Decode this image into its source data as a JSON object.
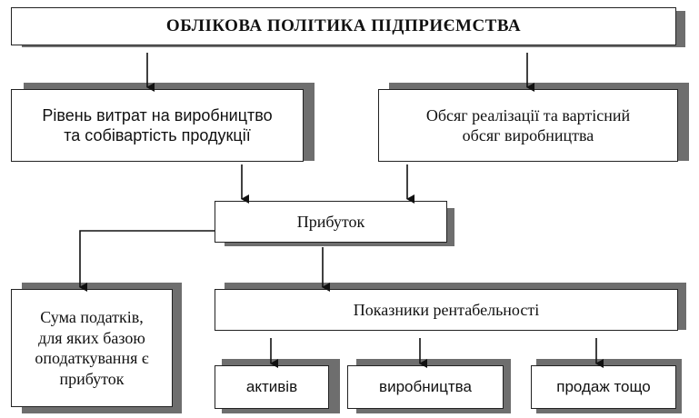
{
  "diagram": {
    "title": "ОБЛІКОВА ПОЛІТИКА ПІДПРИЄМСТВА",
    "left_factor": [
      "Рівень витрат на виробництво",
      "та собівартість продукції"
    ],
    "right_factor": [
      "Обсяг реалізації та вартісний",
      "обсяг виробництва"
    ],
    "profit": "Прибуток",
    "taxes": [
      "Сума податків,",
      "для яких базою",
      "оподаткування є",
      "прибуток"
    ],
    "profitability": "Показники рентабельності",
    "indicators": [
      "активів",
      "виробництва",
      "продаж тощо"
    ]
  },
  "colors": {
    "border": "#222222",
    "shadow": "#6e6e6e",
    "fill": "#ffffff"
  }
}
